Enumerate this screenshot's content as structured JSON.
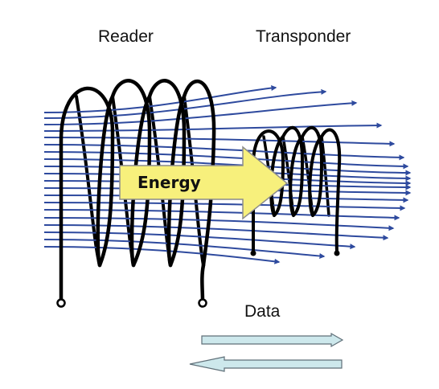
{
  "labels": {
    "reader": "Reader",
    "transponder": "Transponder",
    "energy": "Energy",
    "data": "Data"
  },
  "colors": {
    "field_line": "#2e4a9e",
    "coil": "#000000",
    "energy_fill": "#f7f07c",
    "energy_stroke": "#8c8c8c",
    "data_arrow_fill": "#cde8ec",
    "data_arrow_stroke": "#5f6f78"
  }
}
